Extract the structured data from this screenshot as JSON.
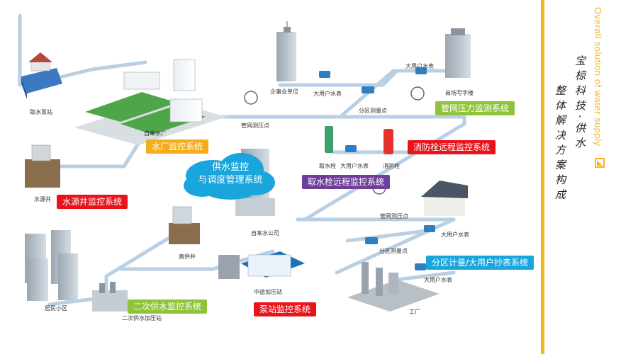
{
  "header": {
    "title_en": "Overall solution of water supply",
    "title_cn_line1": "宝椋科技·供水",
    "title_cn_line2": "整体解决方案构成"
  },
  "cloud": {
    "line1": "供水监控",
    "line2": "与调度管理系统"
  },
  "labels": {
    "intake_station": "取水泵站",
    "waterworks": "自来水厂",
    "source_well": "水源井",
    "pressure_point_1": "管网测压点",
    "enterprise": "企事业单位",
    "big_meter_1": "大用户水表",
    "zone_point_1": "分区测量点",
    "big_meter_2": "大用户水表",
    "office_building": "商场写字楼",
    "hydrant_take": "取水栓",
    "big_meter_3": "大用户水表",
    "fire_hydrant": "消防栓",
    "water_company": "自来水公司",
    "pressure_point_2": "管网测压点",
    "direct_well": "直供井",
    "big_meter_4": "大用户水表",
    "zone_point_2": "分区测量点",
    "booster_station": "中途加压站",
    "residential": "居民小区",
    "secondary_station": "二次供水加压站",
    "factory": "工厂",
    "big_meter_5": "大用户水表"
  },
  "systems": {
    "waterworks_monitor": "水厂监控系统",
    "source_well_monitor": "水源井监控系统",
    "pipe_pressure_monitor": "管网压力监测系统",
    "hydrant_remote_monitor": "消防栓远程监控系统",
    "intake_remote_monitor": "取水栓远程监控系统",
    "zone_metering": "分区计量/大用户抄表系统",
    "secondary_supply_monitor": "二次供水监控系统",
    "pump_station_monitor": "泵站监控系统"
  },
  "colors": {
    "red": "#e8141b",
    "green": "#8fc33a",
    "orange": "#f5ad1b",
    "purple": "#6f3e9a",
    "blue": "#1aa6dd",
    "pipe": "#b9cfe3",
    "gold": "#f6b51b"
  }
}
